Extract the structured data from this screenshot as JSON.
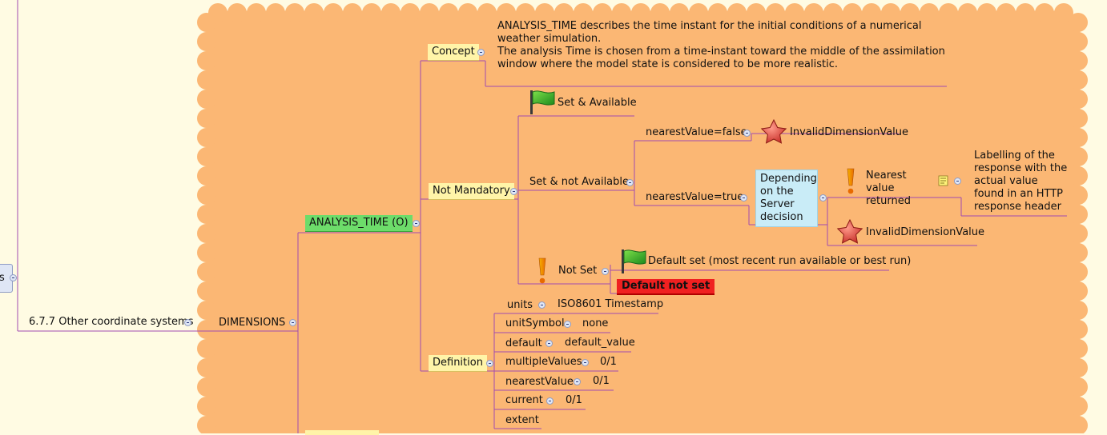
{
  "left_node": {
    "label": "6.7.7 Other coordinate systems"
  },
  "left_edge_node": {
    "label": "s"
  },
  "root": {
    "label": "DIMENSIONS"
  },
  "dimension": {
    "label": "ANALYSIS_TIME (O)"
  },
  "concept": {
    "label": "Concept",
    "line1": "ANALYSIS_TIME describes the time instant for the initial conditions of a numerical weather simulation.",
    "line2": "The analysis Time is chosen from a time-instant toward the middle of the assimilation window where the model state is considered to be more realistic."
  },
  "not_mandatory": {
    "label": "Not Mandatory",
    "set_available": "Set & Available",
    "set_not_available": "Set & not Available",
    "nearest_false": "nearestValue=false",
    "invalid_1": "InvalidDimensionValue",
    "nearest_true": "nearestValue=true",
    "depending": "Depending on the Server decision",
    "nearest_returned": "Nearest value returned",
    "labelling": "Labelling of the response with the actual value found in an HTTP response header",
    "invalid_2": "InvalidDimensionValue",
    "not_set": "Not Set",
    "default_set": "Default set (most recent run available or best run)",
    "default_not_set": "Default not set"
  },
  "definition": {
    "label": "Definition",
    "rows": [
      {
        "key": "units",
        "value": "ISO8601 Timestamp"
      },
      {
        "key": "unitSymbol",
        "value": "none"
      },
      {
        "key": "default",
        "value": "default_value"
      },
      {
        "key": "multipleValues",
        "value": "0/1"
      },
      {
        "key": "nearestValue",
        "value": "0/1"
      },
      {
        "key": "current",
        "value": "0/1"
      },
      {
        "key": "extent",
        "value": ""
      }
    ]
  },
  "colors": {
    "cloud": "#fbb774",
    "line": "#a24bb0",
    "background": "#fffbe3"
  },
  "icons": [
    "green-flag-icon",
    "red-star-icon",
    "exclamation-icon",
    "note-icon",
    "collapse-toggle-icon"
  ]
}
